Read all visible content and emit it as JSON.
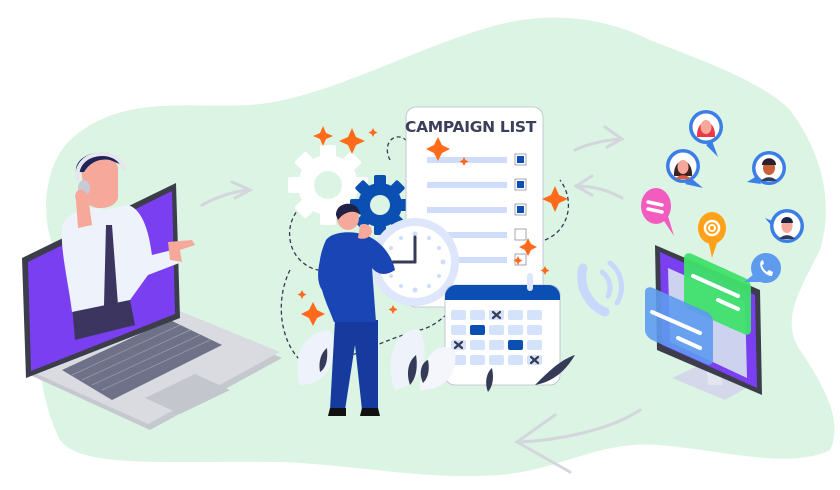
{
  "illustration": {
    "title": "CAMPAIGN LIST",
    "colors": {
      "background_blob": "#dcf4e4",
      "accent_orange": "#ff6b1a",
      "primary_blue": "#0b4fb3",
      "light_blue": "#cfddfb",
      "screen_purple": "#7b3ff2",
      "dark_navy": "#353a57",
      "chat_pink": "#f25cbf",
      "chat_orange": "#ffa21a",
      "chat_green": "#3fe06a",
      "chat_blue": "#5e9bef"
    },
    "campaign_list": {
      "rows": [
        {
          "checked": true
        },
        {
          "checked": true
        },
        {
          "checked": true
        },
        {
          "checked": false
        },
        {
          "checked": false
        }
      ]
    },
    "calendar": {
      "rows": 4,
      "cols": 5,
      "highlighted_cells": [
        [
          1,
          1
        ],
        [
          2,
          3
        ]
      ],
      "crossed_cells": [
        [
          0,
          2
        ],
        [
          2,
          0
        ],
        [
          3,
          4
        ]
      ]
    },
    "left_scene": "agent-with-headset-on-laptop",
    "center_scene": "planner-with-gears-clock-calendar",
    "right_scene": "monitor-with-contact-chat-bubbles",
    "contact_bubbles": [
      "woman-red-hair",
      "woman-dark-hair",
      "man-dark-skin",
      "man-suit",
      "phone",
      "email-at",
      "message-pink"
    ]
  }
}
